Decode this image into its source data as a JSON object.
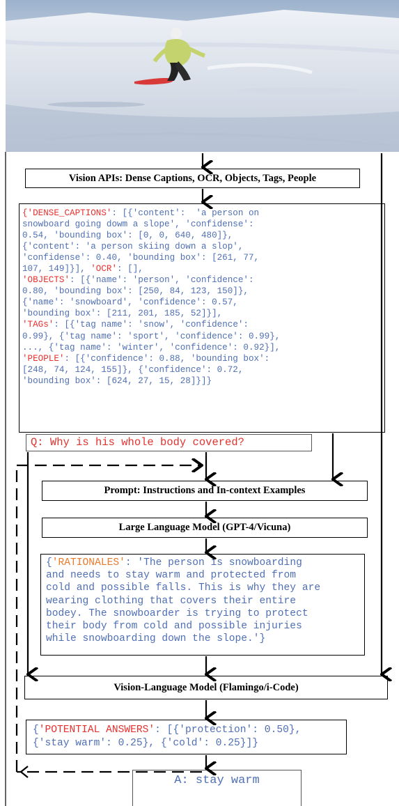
{
  "stages": {
    "vision_apis": "Vision APIs: Dense Captions, OCR, Objects, Tags, People",
    "prompt": "Prompt: Instructions and In-context Examples",
    "llm": "Large Language Model (GPT-4/Vicuna)",
    "vlm": "Vision-Language Model (Flamingo/i-Code)"
  },
  "vision_output": {
    "lines": [
      [
        [
          "k",
          "{'DENSE_CAPTIONS'"
        ],
        [
          "t",
          ": [{'content':  'a person on"
        ]
      ],
      [
        [
          "t",
          "snowboard going dowm a slope', 'confidense':"
        ]
      ],
      [
        [
          "t",
          "0.54, 'bounding box': [0, 0, 640, 480]},"
        ]
      ],
      [
        [
          "t",
          "{'content': 'a person skiing down a slop',"
        ]
      ],
      [
        [
          "t",
          "'confidense': 0.40, 'bounding box': [261, 77,"
        ]
      ],
      [
        [
          "t",
          "107, 149]}], "
        ],
        [
          "k",
          "'OCR'"
        ],
        [
          "t",
          ": [],"
        ]
      ],
      [
        [
          "k",
          "'OBJECTS'"
        ],
        [
          "t",
          ": [{'name': 'person', 'confidence':"
        ]
      ],
      [
        [
          "t",
          "0.80, 'bounding box': [250, 84, 123, 150]},"
        ]
      ],
      [
        [
          "t",
          "{'name': 'snowboard', 'confidence': 0.57,"
        ]
      ],
      [
        [
          "t",
          "'bounding box': [211, 201, 185, 52]}],"
        ]
      ],
      [
        [
          "k",
          "'TAGs'"
        ],
        [
          "t",
          ": [{'tag name': 'snow', 'confidence':"
        ]
      ],
      [
        [
          "t",
          "0.99}, {'tag name': 'sport', 'confidence': 0.99},"
        ]
      ],
      [
        [
          "t",
          "..., {'tag name': 'winter', 'confidence': 0.92}],"
        ]
      ],
      [
        [
          "k",
          "'PEOPLE'"
        ],
        [
          "t",
          ": [{'confidence': 0.88, 'bounding box':"
        ]
      ],
      [
        [
          "t",
          "[248, 74, 124, 155]}, {'confidence': 0.72,"
        ]
      ],
      [
        [
          "t",
          "'bounding box': [624, 27, 15, 28]}]}"
        ]
      ]
    ]
  },
  "question": "Q: Why is his whole body covered?",
  "rationale": {
    "lines": [
      [
        [
          "t",
          "{"
        ],
        [
          "o",
          "'RATIONALES'"
        ],
        [
          "t",
          ": 'The person is snowboarding"
        ]
      ],
      [
        [
          "t",
          "and needs to stay warm and protected from"
        ]
      ],
      [
        [
          "t",
          "cold and possible falls. This is why they are"
        ]
      ],
      [
        [
          "t",
          "wearing clothing that covers their entire"
        ]
      ],
      [
        [
          "t",
          "bodey. The snowboarder is trying to protect"
        ]
      ],
      [
        [
          "t",
          "their body from cold and possible injuries"
        ]
      ],
      [
        [
          "t",
          "while snowboarding down the slope.'}"
        ]
      ]
    ]
  },
  "potential_answers": {
    "lines": [
      [
        [
          "t",
          "{"
        ],
        [
          "k",
          "'POTENTIAL ANSWERS'"
        ],
        [
          "t",
          ": [{'protection': 0.50},"
        ]
      ],
      [
        [
          "t",
          "{'stay warm': 0.25}, {'cold': 0.25}]}"
        ]
      ]
    ]
  },
  "answer": "A: stay warm",
  "colors": {
    "key_red": "#e8312f",
    "key_orange": "#ea7a2c",
    "value_blue": "#4f6fb5"
  }
}
